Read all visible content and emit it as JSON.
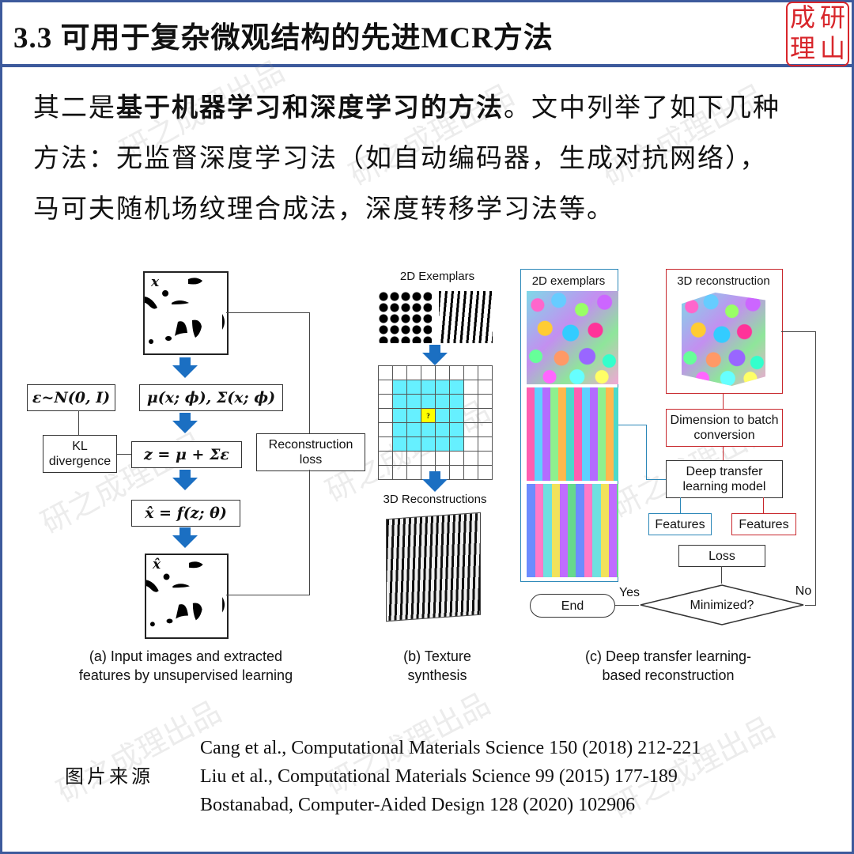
{
  "header": {
    "title": "3.3 可用于复杂微观结构的先进MCR方法",
    "seal_chars": [
      "成",
      "研",
      "理",
      "山"
    ]
  },
  "paragraph": {
    "line1_normal": "其二是",
    "line1_bold": "基于机器学习和深度学习的方法",
    "line1_rest": "。文中列举了如下几种",
    "line2": "方法：无监督深度学习法（如自动编码器，生成对抗网络），",
    "line3": "马可夫随机场纹理合成法，深度转移学习法等。"
  },
  "watermark": "研之成理出品",
  "figure_a": {
    "input_label": "x",
    "output_label": "x̂",
    "epsilon_box": "ε~N(0, I)",
    "encoder_box": "μ(x; ϕ), Σ(x; ϕ)",
    "kl_box": "KL divergence",
    "z_box": "z = μ + Σε",
    "decoder_box": "x̂ = f(z; θ)",
    "recon_box": "Reconstruction loss",
    "caption_line1": "(a) Input images and extracted",
    "caption_line2": "features by unsupervised learning"
  },
  "figure_b": {
    "exemplars_label": "2D Exemplars",
    "query_cell": "?",
    "recon_label": "3D Reconstructions",
    "caption_line1": "(b) Texture",
    "caption_line2": "synthesis"
  },
  "figure_c": {
    "exemplars_label": "2D exemplars",
    "recon_label": "3D reconstruction",
    "dim_box": "Dimension to batch conversion",
    "dtl_box": "Deep transfer learning model",
    "features_left": "Features",
    "features_right": "Features",
    "loss_box": "Loss",
    "decision": "Minimized?",
    "yes_label": "Yes",
    "no_label": "No",
    "end_box": "End",
    "caption_line1": "(c) Deep transfer learning-",
    "caption_line2": "based reconstruction",
    "colors": {
      "blue_path": "#2b87b8",
      "red_path": "#c8282d"
    }
  },
  "references": {
    "label": "图片来源",
    "items": [
      "Cang et al., Computational Materials Science 150 (2018) 212-221",
      "Liu et al., Computational Materials Science 99 (2015) 177-189",
      "Bostanabad, Computer-Aided Design 128 (2020) 102906"
    ]
  },
  "colors": {
    "frame": "#3d5a9c",
    "arrow": "#1b6fc2",
    "seal": "#d8262b",
    "grid_fill": "#66f0ff",
    "query_fill": "#ffff00"
  }
}
